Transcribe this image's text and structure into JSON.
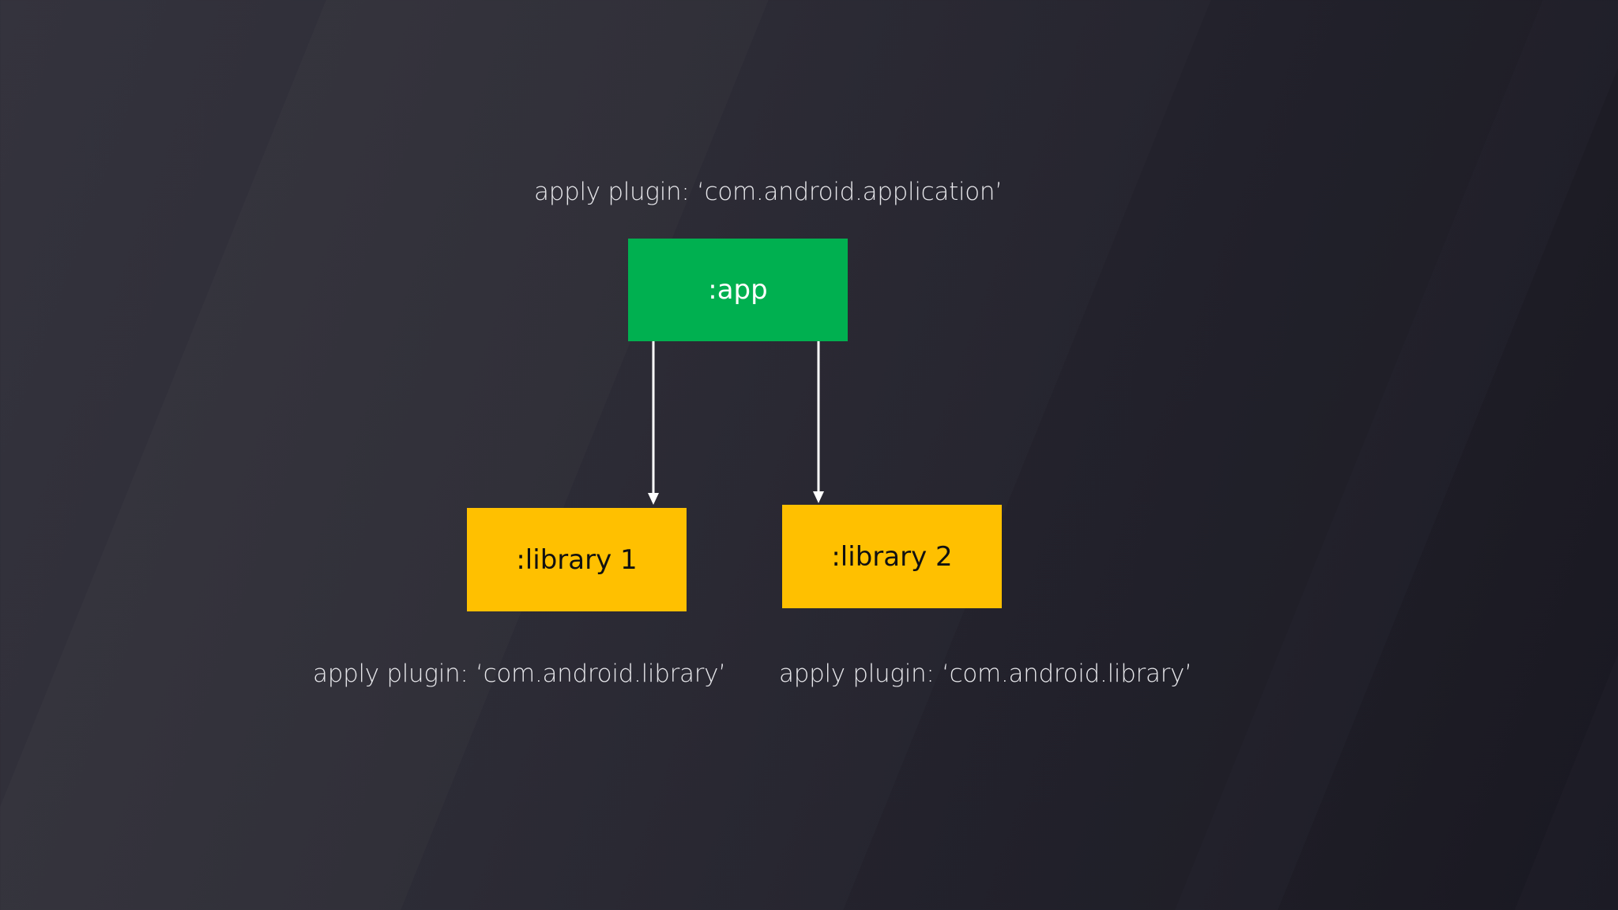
{
  "diagram": {
    "app_plugin": "apply plugin: ‘com.android.application’",
    "library1_plugin": "apply plugin: ‘com.android.library’",
    "library2_plugin": "apply plugin: ‘com.android.library’",
    "nodes": {
      "app": ":app",
      "library1": ":library 1",
      "library2": ":library 2"
    },
    "colors": {
      "app": "#00b050",
      "library": "#ffc000",
      "arrow": "#ffffff",
      "text": "#e6e6ea"
    }
  }
}
